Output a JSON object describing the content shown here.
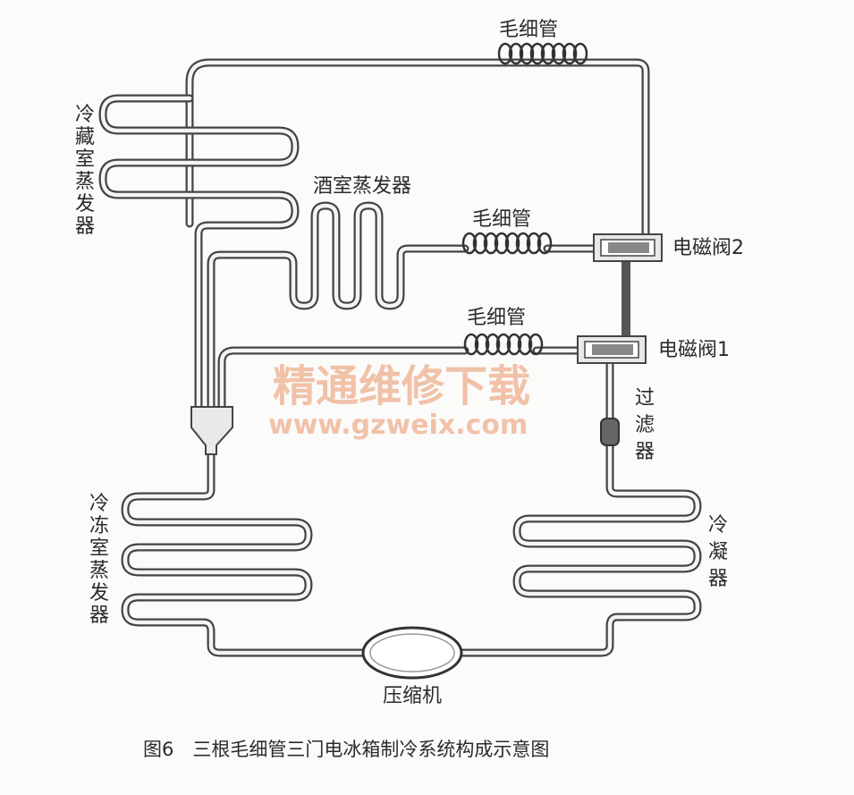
{
  "labels": {
    "capillary_top": "毛细管",
    "capillary_mid": "毛细管",
    "capillary_low": "毛细管",
    "fridge_evap": [
      "冷",
      "藏",
      "室",
      "蒸",
      "发",
      "器"
    ],
    "wine_evap": "酒室蒸发器",
    "valve2": "电磁阀2",
    "valve1": "电磁阀1",
    "filter": [
      "过",
      "滤",
      "器"
    ],
    "freezer_evap": [
      "冷",
      "冻",
      "室",
      "蒸",
      "发",
      "器"
    ],
    "condenser": [
      "冷",
      "凝",
      "器"
    ],
    "compressor": "压缩机",
    "caption": "图6　三根毛细管三门电冰箱制冷系统构成示意图"
  },
  "watermark": {
    "text": "精通维修下载",
    "url": "www.gzweix.com"
  },
  "colors": {
    "pipe": "#444444",
    "label": "#2b2b2b",
    "watermark": "#f0b89a"
  }
}
